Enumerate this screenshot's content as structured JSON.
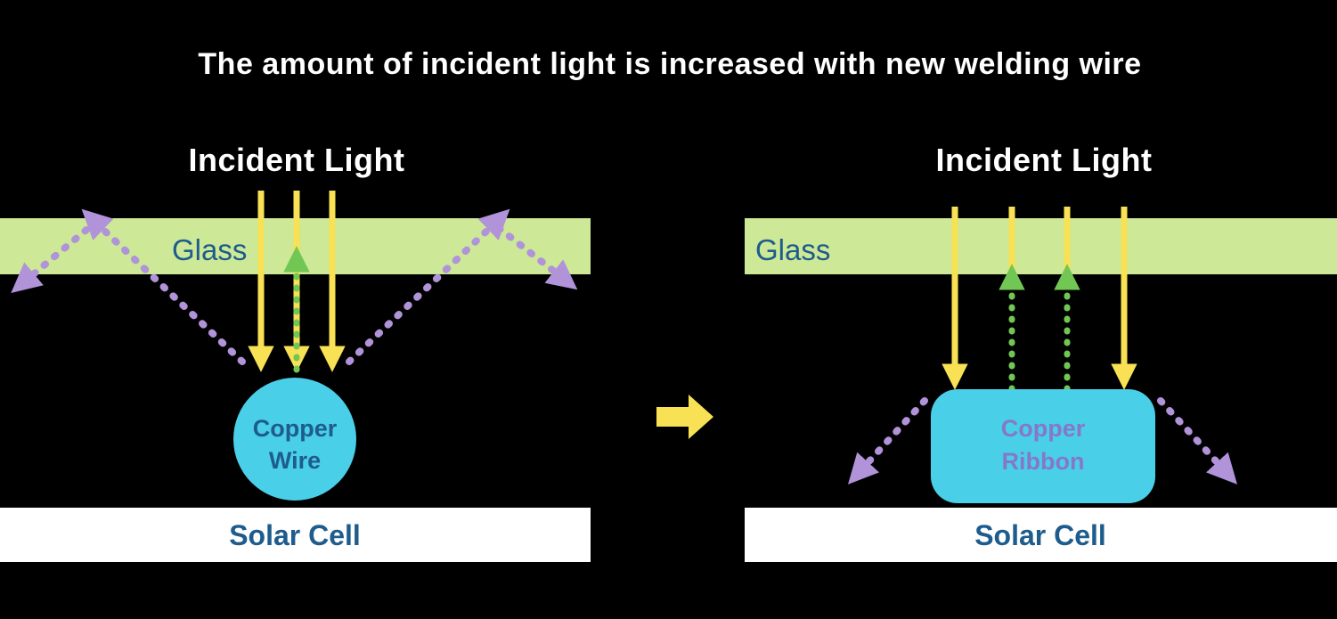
{
  "title": "The amount of incident light is increased with new welding wire",
  "colors": {
    "background": "#000000",
    "title_text": "#ffffff",
    "glass_fill": "#cde897",
    "yellow_arrow": "#f8e155",
    "green_arrow": "#72c653",
    "purple_arrow": "#b093d8",
    "copper_fill": "#4acfe8",
    "navy_text": "#1d5c8c",
    "ribbon_text": "#8678c8",
    "solar_cell_fill": "#ffffff"
  },
  "left_panel": {
    "incident_light_label": "Incident Light",
    "glass_label": "Glass",
    "copper_label_line1": "Copper",
    "copper_label_line2": "Wire",
    "solar_cell_label": "Solar Cell"
  },
  "right_panel": {
    "incident_light_label": "Incident Light",
    "glass_label": "Glass",
    "copper_label_line1": "Copper",
    "copper_label_line2": "Ribbon",
    "solar_cell_label": "Solar Cell"
  }
}
